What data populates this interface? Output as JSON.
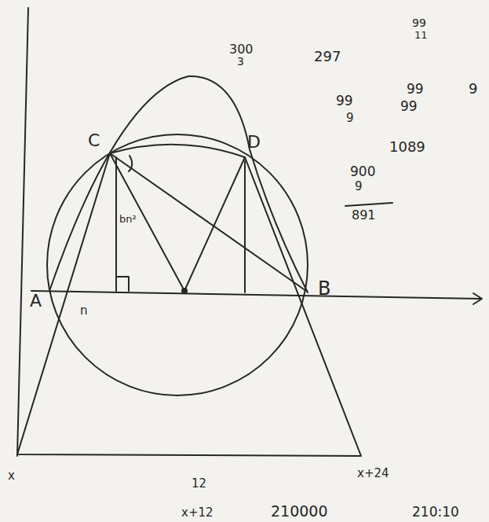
{
  "diagram": {
    "labels": [
      "300",
      "3",
      "297",
      "99",
      "11",
      "99",
      "9",
      "99",
      "99",
      "9",
      "1089",
      "900",
      "9",
      "891",
      "C",
      "D",
      "A",
      "B",
      "bn²",
      "n",
      "x",
      "x+24",
      "12",
      "x+12",
      "210000",
      "210:10"
    ]
  }
}
